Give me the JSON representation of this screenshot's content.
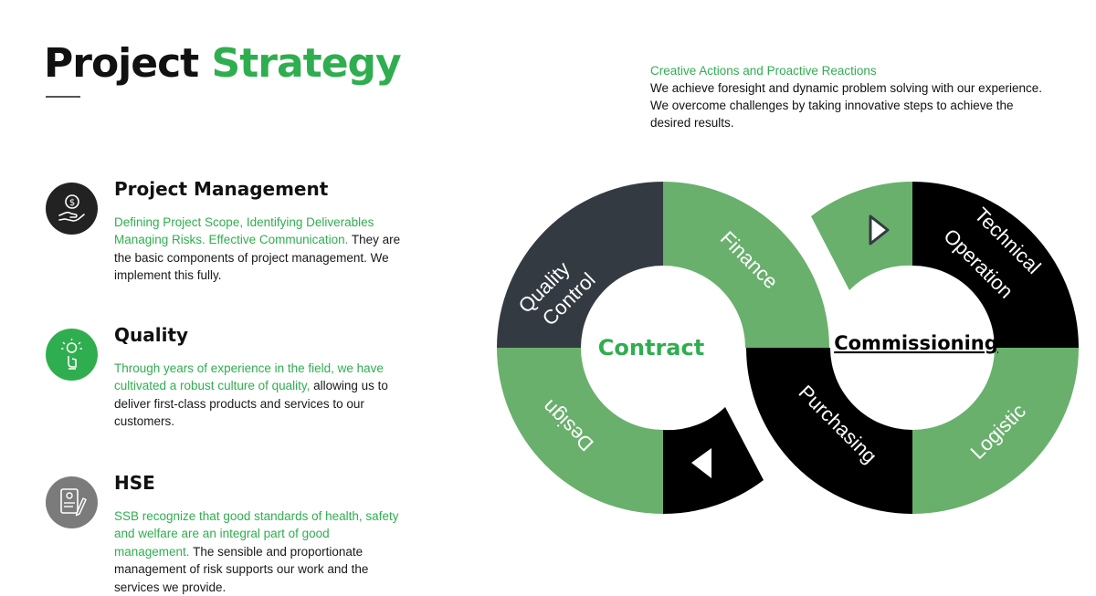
{
  "title": {
    "word1": "Project",
    "word2": "Strategy"
  },
  "intro": {
    "lead": "Creative Actions and Proactive Reactions",
    "body": "We achieve foresight and dynamic problem solving with our experience. We overcome challenges by taking innovative steps to achieve the desired results."
  },
  "features": [
    {
      "title": "Project Management",
      "green": "Defining Project Scope, Identifying Deliverables Managing Risks. Effective Communication.",
      "dark": "They are the basic components of project management. We implement this fully.",
      "icon": "money-hand-icon",
      "icon_color": "#222222"
    },
    {
      "title": "Quality",
      "green": "Through years of experience in the field, we have cultivated a robust culture of quality,",
      "dark": " allowing us to deliver first-class products and services to our customers.",
      "icon": "idea-hand-icon",
      "icon_color": "#2fae4f"
    },
    {
      "title": "HSE",
      "green": "SSB recognize that good standards of health, safety and welfare are an integral part of good management.",
      "dark": " The sensible and proportionate management of risk supports our work and the services we provide.",
      "icon": "document-pen-icon",
      "icon_color": "#7b7b7b"
    }
  ],
  "diagram": {
    "center_left": "Contract",
    "center_right": "Commissioning",
    "segments": {
      "quality_control": [
        "Quality",
        "Control"
      ],
      "finance": "Finance",
      "design": "Design",
      "technical_operation": [
        "Technical",
        "Operation"
      ],
      "purchasing": "Purchasing",
      "logistic": "Logistic"
    },
    "colors": {
      "green": "#69b06d",
      "dark_slate": "#333a41",
      "black": "#000000",
      "accent": "#2fae4f"
    }
  }
}
